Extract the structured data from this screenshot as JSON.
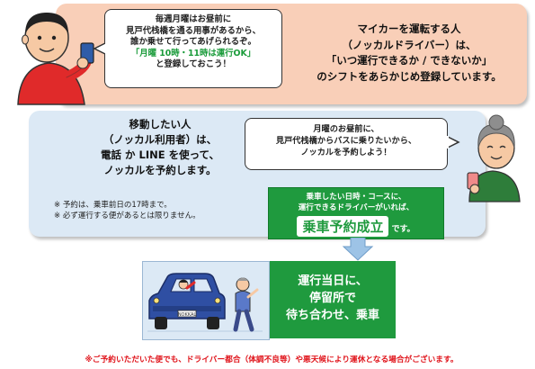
{
  "driver": {
    "bubble": {
      "line1": "毎週月曜はお昼前に",
      "line2": "見戸代栈橋を通る用事があるから、",
      "line3": "誰か乗せて行ってあげられるぞ。",
      "highlight": "「月曜 10時・11時は運行OK」",
      "line5": "と登録しておこう！"
    },
    "description": {
      "line1": "マイカーを運転する人",
      "line2": "（ノッカルドライバー）は、",
      "line3": "「いつ運行できるか / できないか」",
      "line4": "のシフトをあらかじめ登録しています。"
    }
  },
  "user": {
    "description": {
      "line1": "移動したい人",
      "line2": "（ノッカル利用者）は、",
      "line3": "電話 か LINE を使って、",
      "line4": "ノッカルを予約します。"
    },
    "notes": [
      "※ 予約は、乗車前日の17時まで。",
      "※ 必ず運行する便があるとは限りません。"
    ],
    "bubble": {
      "line1": "月曜のお昼前に、",
      "line2": "見戸代栈橋からバスに乗りたいから、",
      "line3": "ノッカルを予約しよう！"
    },
    "match": {
      "line1": "乗車したい日時・コースに、",
      "line2": "運行できるドライバーがいれば、",
      "big": "乗車予約成立",
      "suffix": "です。"
    }
  },
  "bottom": {
    "meet": {
      "line1": "運行当日に、",
      "line2": "停留所で",
      "line3": "待ち合わせ、乗車"
    },
    "plate": "NOKKAL"
  },
  "footer": "※ご予約いただいた便でも、ドライバー都合（体調不良等）や悪天候により運休となる場合がございます。",
  "colors": {
    "driver_panel": "#f9cfb8",
    "user_panel": "#dce9f5",
    "accent_green": "#1f9a3e",
    "warning_red": "#e0141b"
  }
}
